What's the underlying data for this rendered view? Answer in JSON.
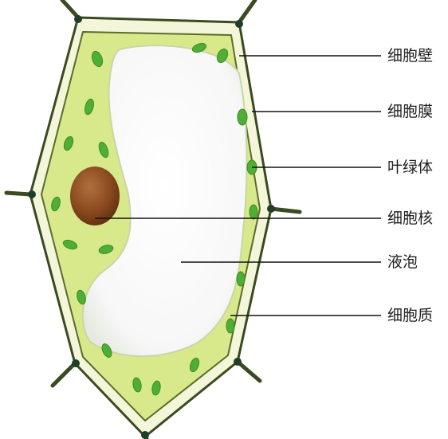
{
  "labels": {
    "cell_wall": "细胞壁",
    "cell_membrane": "细胞膜",
    "chloroplast": "叶绿体",
    "nucleus": "细胞核",
    "vacuole": "液泡",
    "cytoplasm": "细胞质"
  },
  "colors": {
    "cytoplasm": "#d8e98c",
    "cell_wall_fill": "#f3f6d9",
    "wall_line": "#3b4a22",
    "junction": "#1f3d2c",
    "chloroplast": "#4fae33",
    "nucleus": "#8a4a1e",
    "vacuole": "#fbfbfb",
    "leader_line": "#111111"
  }
}
